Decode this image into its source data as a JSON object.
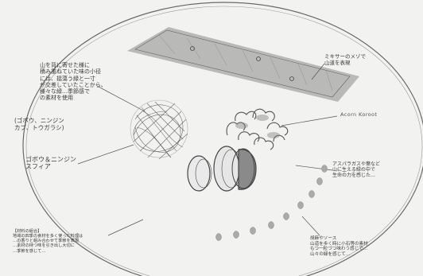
{
  "notes": {
    "top_left": "山を背に寄せた様に\n積み重ねていた味の小径\nには、揺蕩う緑と一寸\nが交差していたことから、\n様々な緑…季節感で\nの素材を使用",
    "paren": "(ゴボウ、ニンジン\n  カブ、トウガラシ)",
    "specimen": "ゴボウ＆ニンジン\nスフィア",
    "top_right": "ミキサーのメゾで\n山道を表現",
    "acorn": "Acorn Koroot",
    "right_mid": "アスパラガスや葉など\n山に生える緑の中で\n生命の力を感じた…",
    "bottom_left": "【材料の組合】\n地域の四季の食材を多く使った料理は\n…の香りと組み合わせて季節を表現\n…素材の持つ味を引き出し大切に\n…季節を感じて…",
    "bottom_right": "胡麻やソース\n山道を歩く時に小石等の素材\nもつ一粒づつ味わう感じで…\n山々の緑を感じて…"
  },
  "colors": {
    "paper": "#f2f2f0",
    "ink": "#3a3a3a",
    "pencil": "#555555"
  }
}
